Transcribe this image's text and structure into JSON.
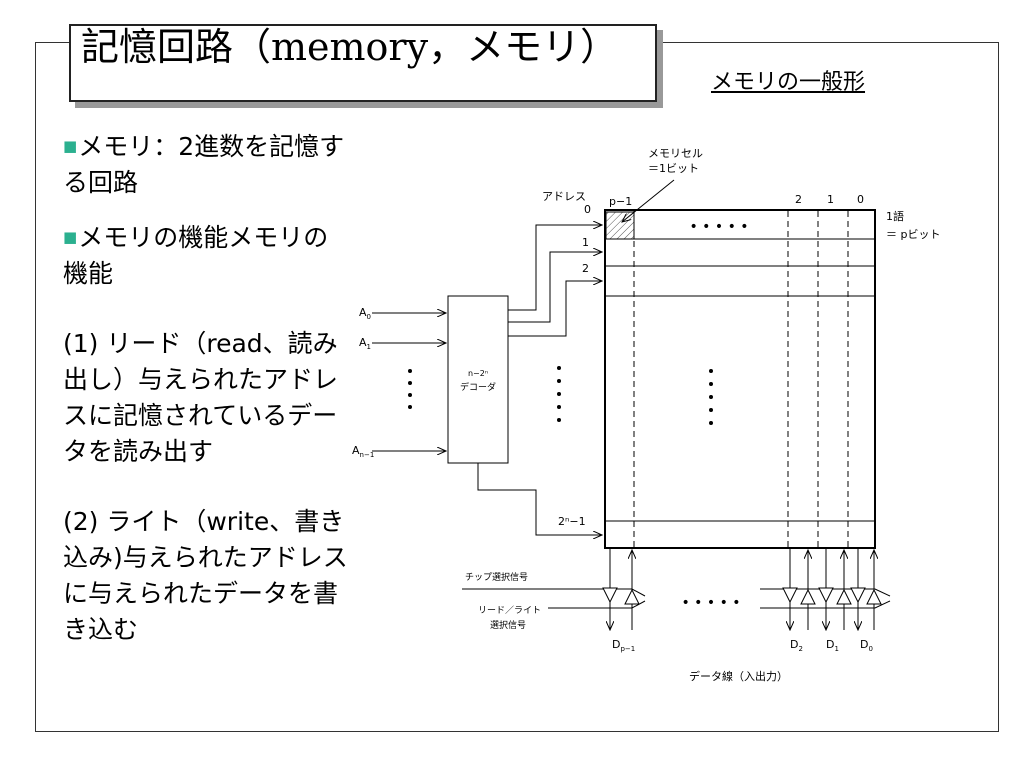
{
  "title": "記憶回路（memory，メモリ）",
  "subtitle": "メモリの一般形",
  "bullets": [
    {
      "marker": "■",
      "text": "メモリ：2進数を記憶する回路"
    },
    {
      "marker": "■",
      "text": "メモリの機能メモリの機能"
    }
  ],
  "functions": [
    {
      "text": "(1) リード（read、読み出し）与えられたアドレスに記憶されているデータを読み出す"
    },
    {
      "text": "(2) ライト（write、書き込み)与えられたアドレスに与えられたデータを書き込む"
    }
  ],
  "diagram": {
    "memory_cell_label": "メモリセル",
    "memory_cell_eq": "＝1ビット",
    "address_label": "アドレス",
    "addr_rows": {
      "r0": "0",
      "r1": "1",
      "r2": "2",
      "rlast": "2ⁿ−1"
    },
    "bit_cols": {
      "cp": "p−1",
      "c2": "2",
      "c1": "1",
      "c0": "0"
    },
    "word_label": "1語",
    "word_eq": "＝ pビット",
    "inputs": {
      "a0": "A",
      "a0sub": "0",
      "a1": "A",
      "a1sub": "1",
      "an": "A",
      "ansub": "n−1"
    },
    "decoder_line1": "n−2ⁿ",
    "decoder_line2": "デコーダ",
    "chip_select": "チップ選択信号",
    "rw_line1": "リード／ライト",
    "rw_line2": "選択信号",
    "outputs": {
      "dp": "D",
      "dpsub": "p−1",
      "d2": "D",
      "d2sub": "2",
      "d1": "D",
      "d1sub": "1",
      "d0": "D",
      "d0sub": "0"
    },
    "data_lines": "データ線（入出力）",
    "dots_h": "• • • • •"
  }
}
